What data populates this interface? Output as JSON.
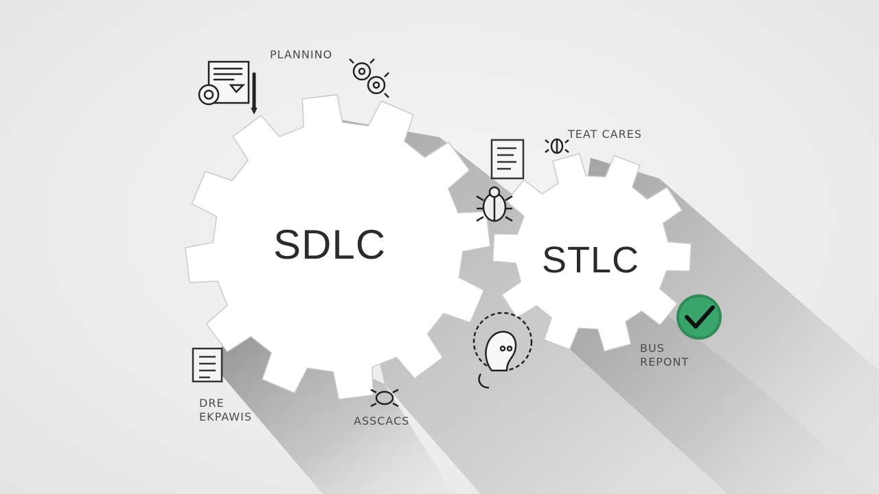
{
  "gears": {
    "sdlc": {
      "label": "SDLC"
    },
    "stlc": {
      "label": "STLC"
    }
  },
  "labels": {
    "planning": "PLANNINO",
    "test_cases": "TEAT CARES",
    "bug_report_line1": "BUS",
    "bug_report_line2": "REPONT",
    "requirements_line1": "DRE",
    "requirements_line2": "EKPAWIS",
    "bottom": "ASSCACS"
  },
  "icons": [
    "document-icon",
    "gear-icon",
    "pencil-icon",
    "bug-icon",
    "checklist-icon",
    "check-badge-icon",
    "idea-head-icon",
    "test-doc-icon"
  ],
  "colors": {
    "gear_fill": "#ffffff",
    "shadow": "#8c8c8c",
    "check_badge": "#3aa56b",
    "text": "#2b2b2b"
  }
}
